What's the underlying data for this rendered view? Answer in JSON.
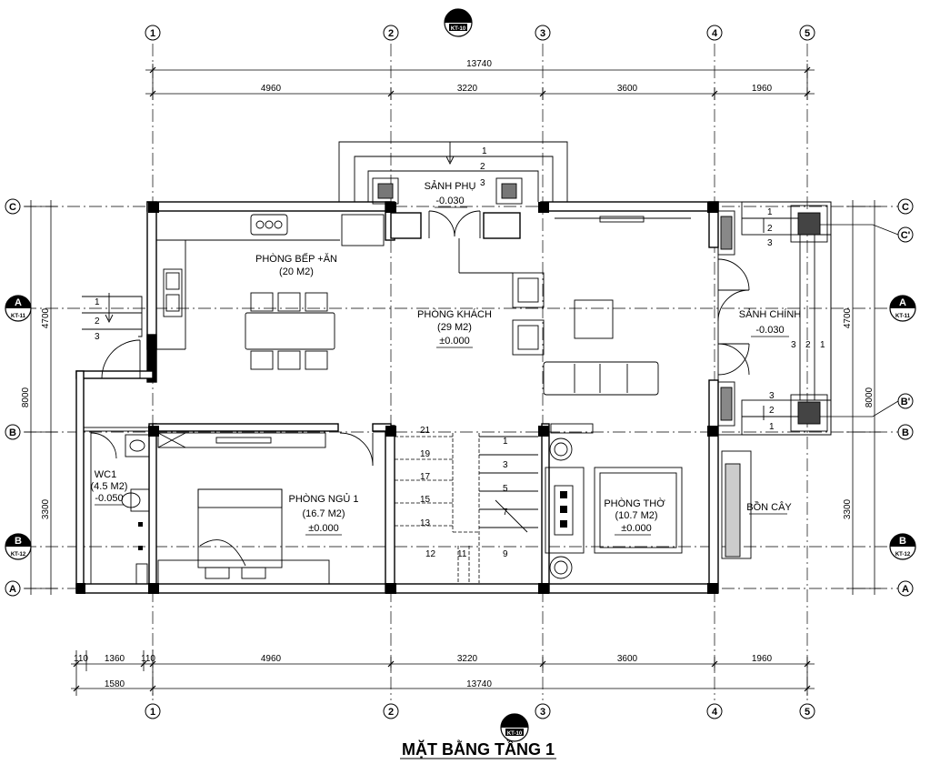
{
  "title": "MẶT BẰNG TẦNG 1",
  "axes_vertical": [
    "1",
    "2",
    "3",
    "4",
    "5"
  ],
  "axes_horizontal": [
    "C",
    "C'",
    "A",
    "B'",
    "B",
    "A"
  ],
  "section_markers": {
    "top": "KT-10",
    "bottom": "KT-10",
    "a": "KT-11",
    "b": "KT-12"
  },
  "section_letters": {
    "a": "A",
    "b": "B"
  },
  "dims_top": {
    "total": "13740",
    "seg1": "4960",
    "seg2": "3220",
    "seg3": "3600",
    "seg4": "1960"
  },
  "dims_bottom": {
    "total": "13740",
    "seg1": "4960",
    "seg2": "3220",
    "seg3": "3600",
    "seg4": "1960",
    "w1": "110",
    "w2": "1360",
    "w3": "110",
    "w4": "1580"
  },
  "dims_left": {
    "total": "8000",
    "upper": "4700",
    "lower": "3300"
  },
  "dims_right": {
    "total": "8000",
    "upper": "4700",
    "lower": "3300"
  },
  "rooms": {
    "kitchen": {
      "name": "PHÒNG BẾP +ĂN",
      "area": "(20 M2)"
    },
    "living": {
      "name": "PHÒNG KHÁCH",
      "area": "(29 M2)",
      "level": "±0.000"
    },
    "bedroom": {
      "name": "PHÒNG NGỦ 1",
      "area": "(16.7 M2)",
      "level": "±0.000"
    },
    "wc": {
      "name": "WC1",
      "area": "(4.5 M2)",
      "level": "-0.050"
    },
    "worship": {
      "name": "PHÒNG THỜ",
      "area": "(10.7 M2)",
      "level": "±0.000"
    },
    "side_lobby": {
      "name": "SẢNH PHỤ",
      "level": "-0.030"
    },
    "main_lobby": {
      "name": "SẢNH CHÍNH",
      "level": "-0.030"
    },
    "planter": {
      "name": "BỒN CÂY"
    }
  },
  "steps": {
    "side": [
      "1",
      "2",
      "3"
    ],
    "back": [
      "1",
      "2",
      "3"
    ],
    "main_top": [
      "1",
      "2",
      "3"
    ],
    "main_right": [
      "3",
      "2",
      "1"
    ],
    "main_bottom": [
      "3",
      "2",
      "1"
    ]
  },
  "stair": {
    "left": [
      "21",
      "19",
      "17",
      "15",
      "13",
      "12"
    ],
    "mid": "11",
    "right": [
      "1",
      "3",
      "5",
      "7",
      "9"
    ]
  }
}
